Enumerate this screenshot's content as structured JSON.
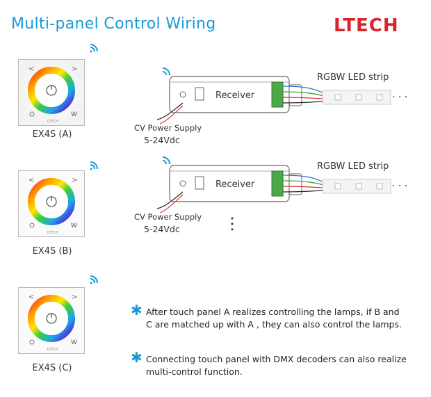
{
  "header": {
    "title": "Multi-panel Control Wiring",
    "logo": "LTECH"
  },
  "panels": [
    {
      "label": "EX4S (A)",
      "prev_glyph": "<",
      "next_glyph": ">",
      "brand": "LTECH",
      "w_label": "W"
    },
    {
      "label": "EX4S (B)",
      "prev_glyph": "<",
      "next_glyph": ">",
      "brand": "LTECH",
      "w_label": "W"
    },
    {
      "label": "EX4S (C)",
      "prev_glyph": "<",
      "next_glyph": ">",
      "brand": "LTECH",
      "w_label": "W"
    }
  ],
  "receivers": [
    {
      "label": "Receiver",
      "strip_label": "RGBW LED strip",
      "power_label": "CV Power Supply",
      "voltage": "5-24Vdc"
    },
    {
      "label": "Receiver",
      "strip_label": "RGBW LED strip",
      "power_label": "CV Power Supply",
      "voltage": "5-24Vdc"
    }
  ],
  "notes": [
    {
      "star": "✱",
      "line1": "After touch panel A realizes controlling the lamps, if B and",
      "line2": "C are matched up with A , they can also control the lamps."
    },
    {
      "star": "✱",
      "line1": "Connecting touch panel with DMX decoders can also realize",
      "line2": "multi-control function."
    }
  ],
  "colors": {
    "accent": "#1a9ad6",
    "logo": "#d8262c",
    "wire_red": "#d9342b",
    "wire_green": "#3aa33a",
    "wire_blue": "#2f6fd0",
    "wire_black": "#222222"
  },
  "icons": {
    "wireless": "wireless-signal-icon",
    "power": "power-icon",
    "ellipsis": "vertical-ellipsis-icon"
  }
}
